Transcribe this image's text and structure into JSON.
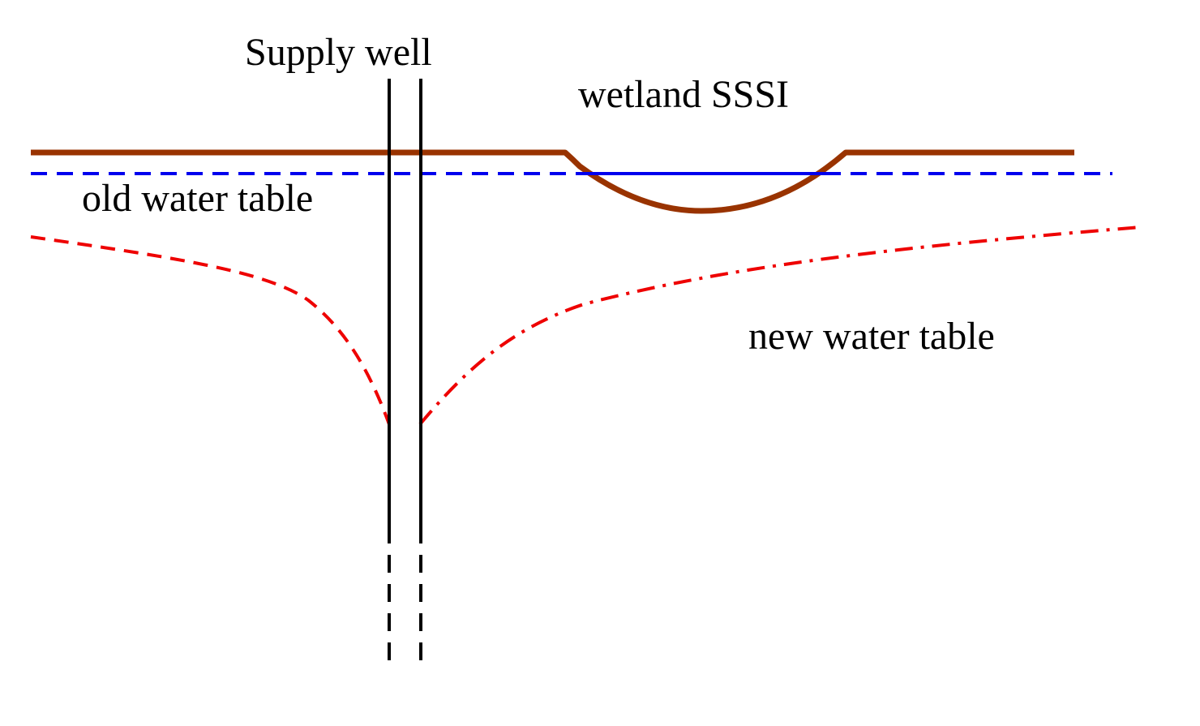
{
  "labels": {
    "supply_well": "Supply well",
    "wetland": "wetland SSSI",
    "old_water_table": "old water table",
    "new_water_table": "new water table"
  },
  "colors": {
    "ground": "#993300",
    "old_water_table": "#0000ee",
    "wetland_water": "#0000ee",
    "new_water_table": "#ee0000",
    "well_casing": "#000000",
    "text": "#000000",
    "background": "#ffffff"
  }
}
